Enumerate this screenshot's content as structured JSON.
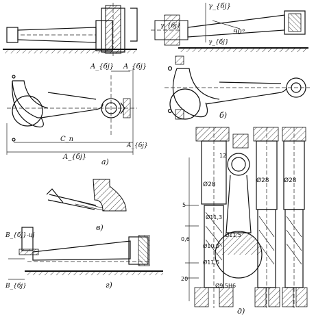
{
  "panels": {
    "a": {
      "label": "а)",
      "dims": [
        "A_{бj}",
        "A_{бj}",
        "C_n",
        "A_{бj}",
        "A_{бj}"
      ]
    },
    "b": {
      "label": "б)",
      "dims": [
        "γ_{бj}",
        "γ_{бj}",
        "γ_{бj}",
        "90°"
      ]
    },
    "v": {
      "label": "в)"
    },
    "g": {
      "label": "г)",
      "dims": [
        "B_{бj}-иj",
        "B_{бj}"
      ]
    },
    "d": {
      "label": "д)",
      "dims": [
        "Ø28",
        "Ø28",
        "Ø28",
        "Ø11,3",
        "Ø11,5",
        "Ø10,9",
        "Ø11,5",
        "Ø9,5H6",
        "5",
        "0,6",
        "20",
        "12"
      ]
    }
  }
}
